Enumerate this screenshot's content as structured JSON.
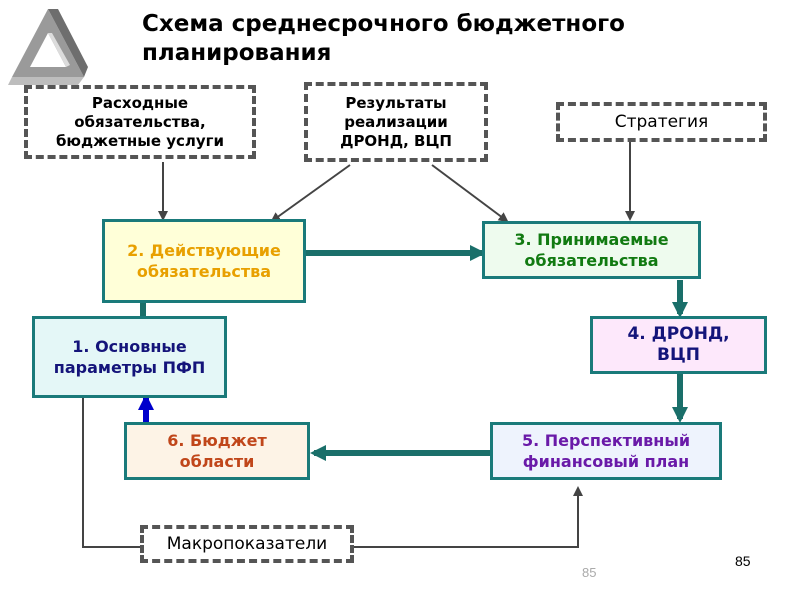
{
  "title": "Схема среднесрочного бюджетного планирования",
  "sources": {
    "expenses": "Расходные обязательства, бюджетные услуги",
    "results": "Результаты реализации ДРОНД, ВЦП",
    "strategy": "Стратегия",
    "macro": "Макропоказатели"
  },
  "stages": {
    "s1": "1. Основные параметры ПФП",
    "s2": "2. Действующие обязательства",
    "s3": "3. Принимаемые обязательства",
    "s4": "4. ДРОНД, ВЦП",
    "s5": "5. Перспективный финансовый план",
    "s6": "6. Бюджет области"
  },
  "page_number": "85",
  "page_number_faint": "85",
  "colors": {
    "s1_border": "#1a7a7a",
    "s1_text": "#14147a",
    "s1_fill": "#e4f7f7",
    "s2_border": "#1a7a7a",
    "s2_text": "#e8a000",
    "s2_fill": "#ffffd8",
    "s3_border": "#1a7a7a",
    "s3_text": "#117a11",
    "s3_fill": "#eefbee",
    "s4_border": "#1a7a7a",
    "s4_text": "#14147a",
    "s4_fill": "#fde8fb",
    "s5_border": "#1a7a7a",
    "s5_text": "#6a1aa8",
    "s5_fill": "#eef3fd",
    "s6_border": "#1a7a7a",
    "s6_text": "#c0461a",
    "s6_fill": "#fdf3e6",
    "flow_arrow": "#1a6f6a",
    "blue_arrow": "#0000cc",
    "gray_line": "#444444"
  }
}
